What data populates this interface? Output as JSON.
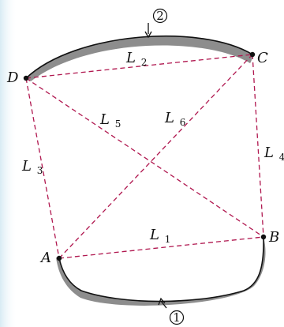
{
  "figure": {
    "points": [
      {
        "id": "A",
        "label": "A"
      },
      {
        "id": "B",
        "label": "B"
      },
      {
        "id": "C",
        "label": "C"
      },
      {
        "id": "D",
        "label": "D"
      }
    ],
    "distance_labels": [
      {
        "id": "L1",
        "main": "L",
        "sub": "1"
      },
      {
        "id": "L2",
        "main": "L",
        "sub": "2"
      },
      {
        "id": "L3",
        "main": "L",
        "sub": "3"
      },
      {
        "id": "L4",
        "main": "L",
        "sub": "4"
      },
      {
        "id": "L5",
        "main": "L",
        "sub": "5"
      },
      {
        "id": "L6",
        "main": "L",
        "sub": "6"
      }
    ],
    "surface_labels": [
      {
        "id": "surface-1",
        "text": "1"
      },
      {
        "id": "surface-2",
        "text": "2"
      }
    ],
    "colors": {
      "page_background": "#ffffff",
      "left_border_background": "#dcebf3",
      "surface_fill": "#8d8d8d",
      "surface_edge": "#111111",
      "dashed_lines": "#b0174f",
      "text": "#111111"
    }
  }
}
